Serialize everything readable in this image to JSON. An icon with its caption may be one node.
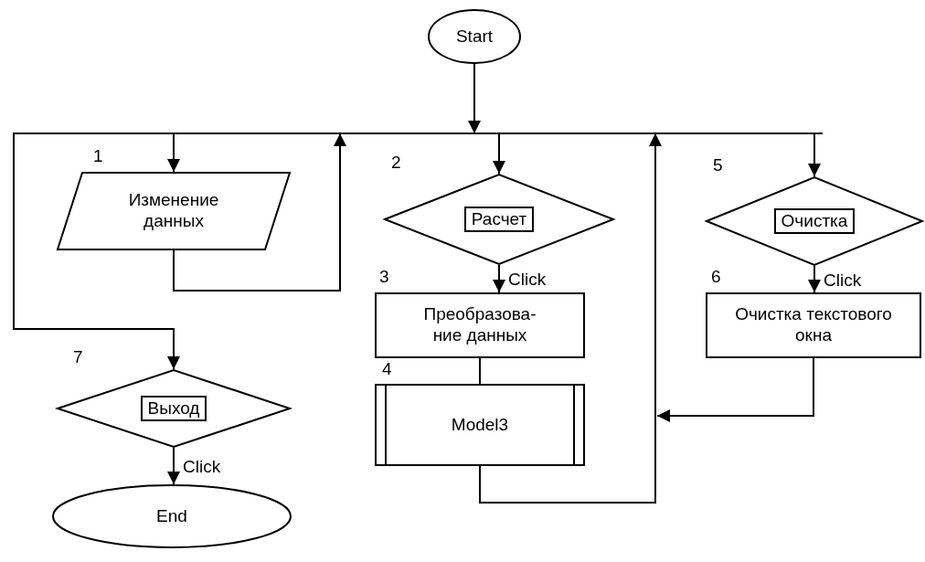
{
  "diagram": {
    "nodes": [
      {
        "text": [
          "Start"
        ]
      },
      {
        "text": [
          "Изменение данных"
        ],
        "beside": [
          "1"
        ]
      },
      {
        "text": [
          "Расчет"
        ],
        "beside": [
          "2"
        ]
      },
      {
        "text": [
          "Преобразова- ние данных"
        ],
        "beside": [
          "3"
        ]
      },
      {
        "text": [
          "Model3"
        ],
        "beside": [
          "4"
        ]
      },
      {
        "text": [
          "Очистка"
        ],
        "beside": [
          "5"
        ]
      },
      {
        "text": [
          "Очистка текстового окна"
        ],
        "beside": [
          "6"
        ]
      },
      {
        "text": [
          "Выход"
        ],
        "beside": [
          "7"
        ]
      },
      {
        "text": [
          "End"
        ]
      }
    ],
    "edges": [
      {
        "from": 0,
        "to": 1,
        "arrow": "to"
      },
      {
        "from": 0,
        "to": 2,
        "arrow": "to"
      },
      {
        "from": 0,
        "to": 5,
        "arrow": "to"
      },
      {
        "from": 0,
        "to": 7,
        "arrow": "to"
      },
      {
        "from": 2,
        "to": 3,
        "arrow": "to",
        "label": "Click"
      },
      {
        "from": 3,
        "to": 4,
        "arrow": "none"
      },
      {
        "from": 5,
        "to": 6,
        "arrow": "to",
        "label": "Click"
      },
      {
        "from": 7,
        "to": 8,
        "arrow": "to",
        "label": "Click"
      },
      {
        "from": 1,
        "to": null,
        "arrow": "to"
      },
      {
        "from": 4,
        "to": null,
        "arrow": "to"
      },
      {
        "from": 6,
        "to": null,
        "arrow": "to"
      }
    ]
  }
}
